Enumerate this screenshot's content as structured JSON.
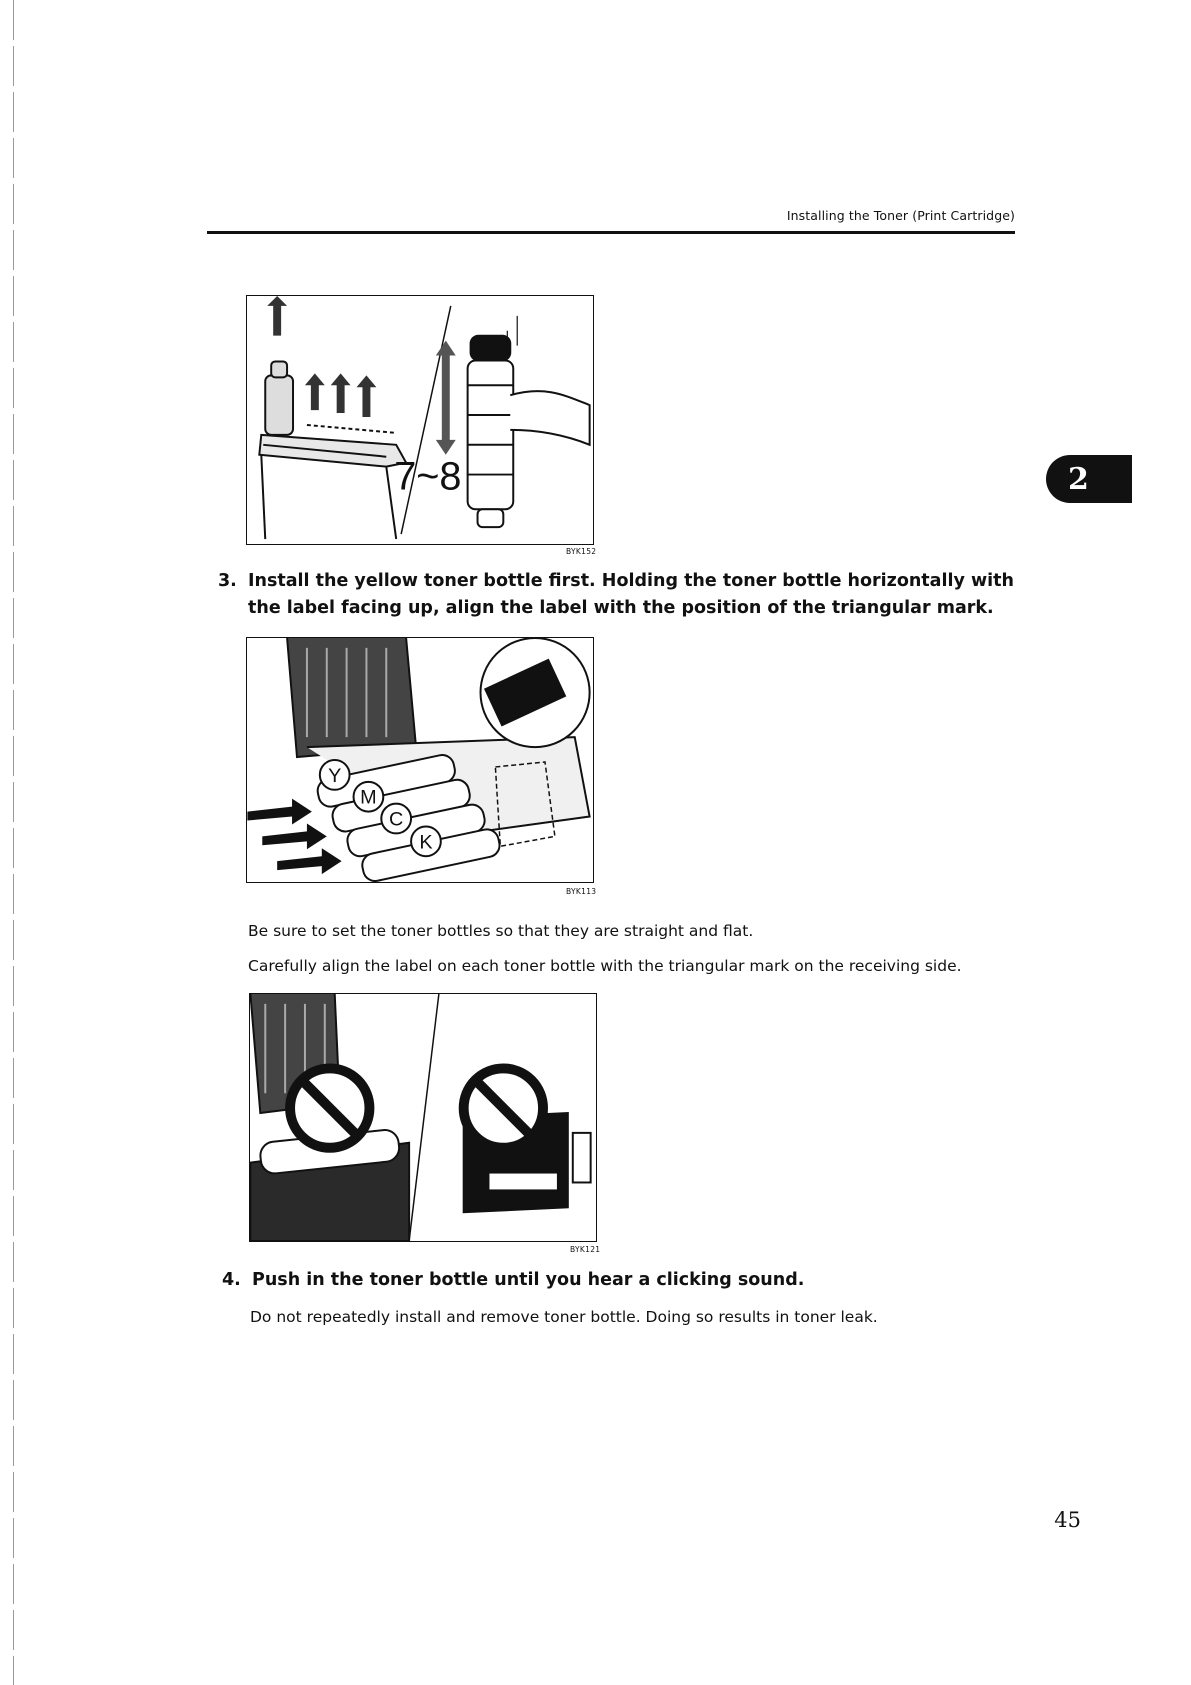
{
  "header": {
    "title": "Installing the Toner (Print Cartridge)"
  },
  "chapter_tab": {
    "number": "2"
  },
  "figures": [
    {
      "code": "BYK152",
      "label": "7~8"
    },
    {
      "code": "BYK113",
      "labels": [
        "Y",
        "M",
        "C",
        "K"
      ]
    },
    {
      "code": "BYK121"
    }
  ],
  "steps": [
    {
      "number": "3.",
      "text": "Install the yellow toner bottle first. Holding the toner bottle horizontally with the label facing up, align the label with the position of the triangular mark."
    },
    {
      "number": "4.",
      "text": "Push in the toner bottle until you hear a clicking sound."
    }
  ],
  "notes": [
    "Be sure to set the toner bottles so that they are straight and flat.",
    "Carefully align the label on each toner bottle with the triangular mark on the receiving side.",
    "Do not repeatedly install and remove toner bottle. Doing so results in toner leak."
  ],
  "page_number": "45"
}
